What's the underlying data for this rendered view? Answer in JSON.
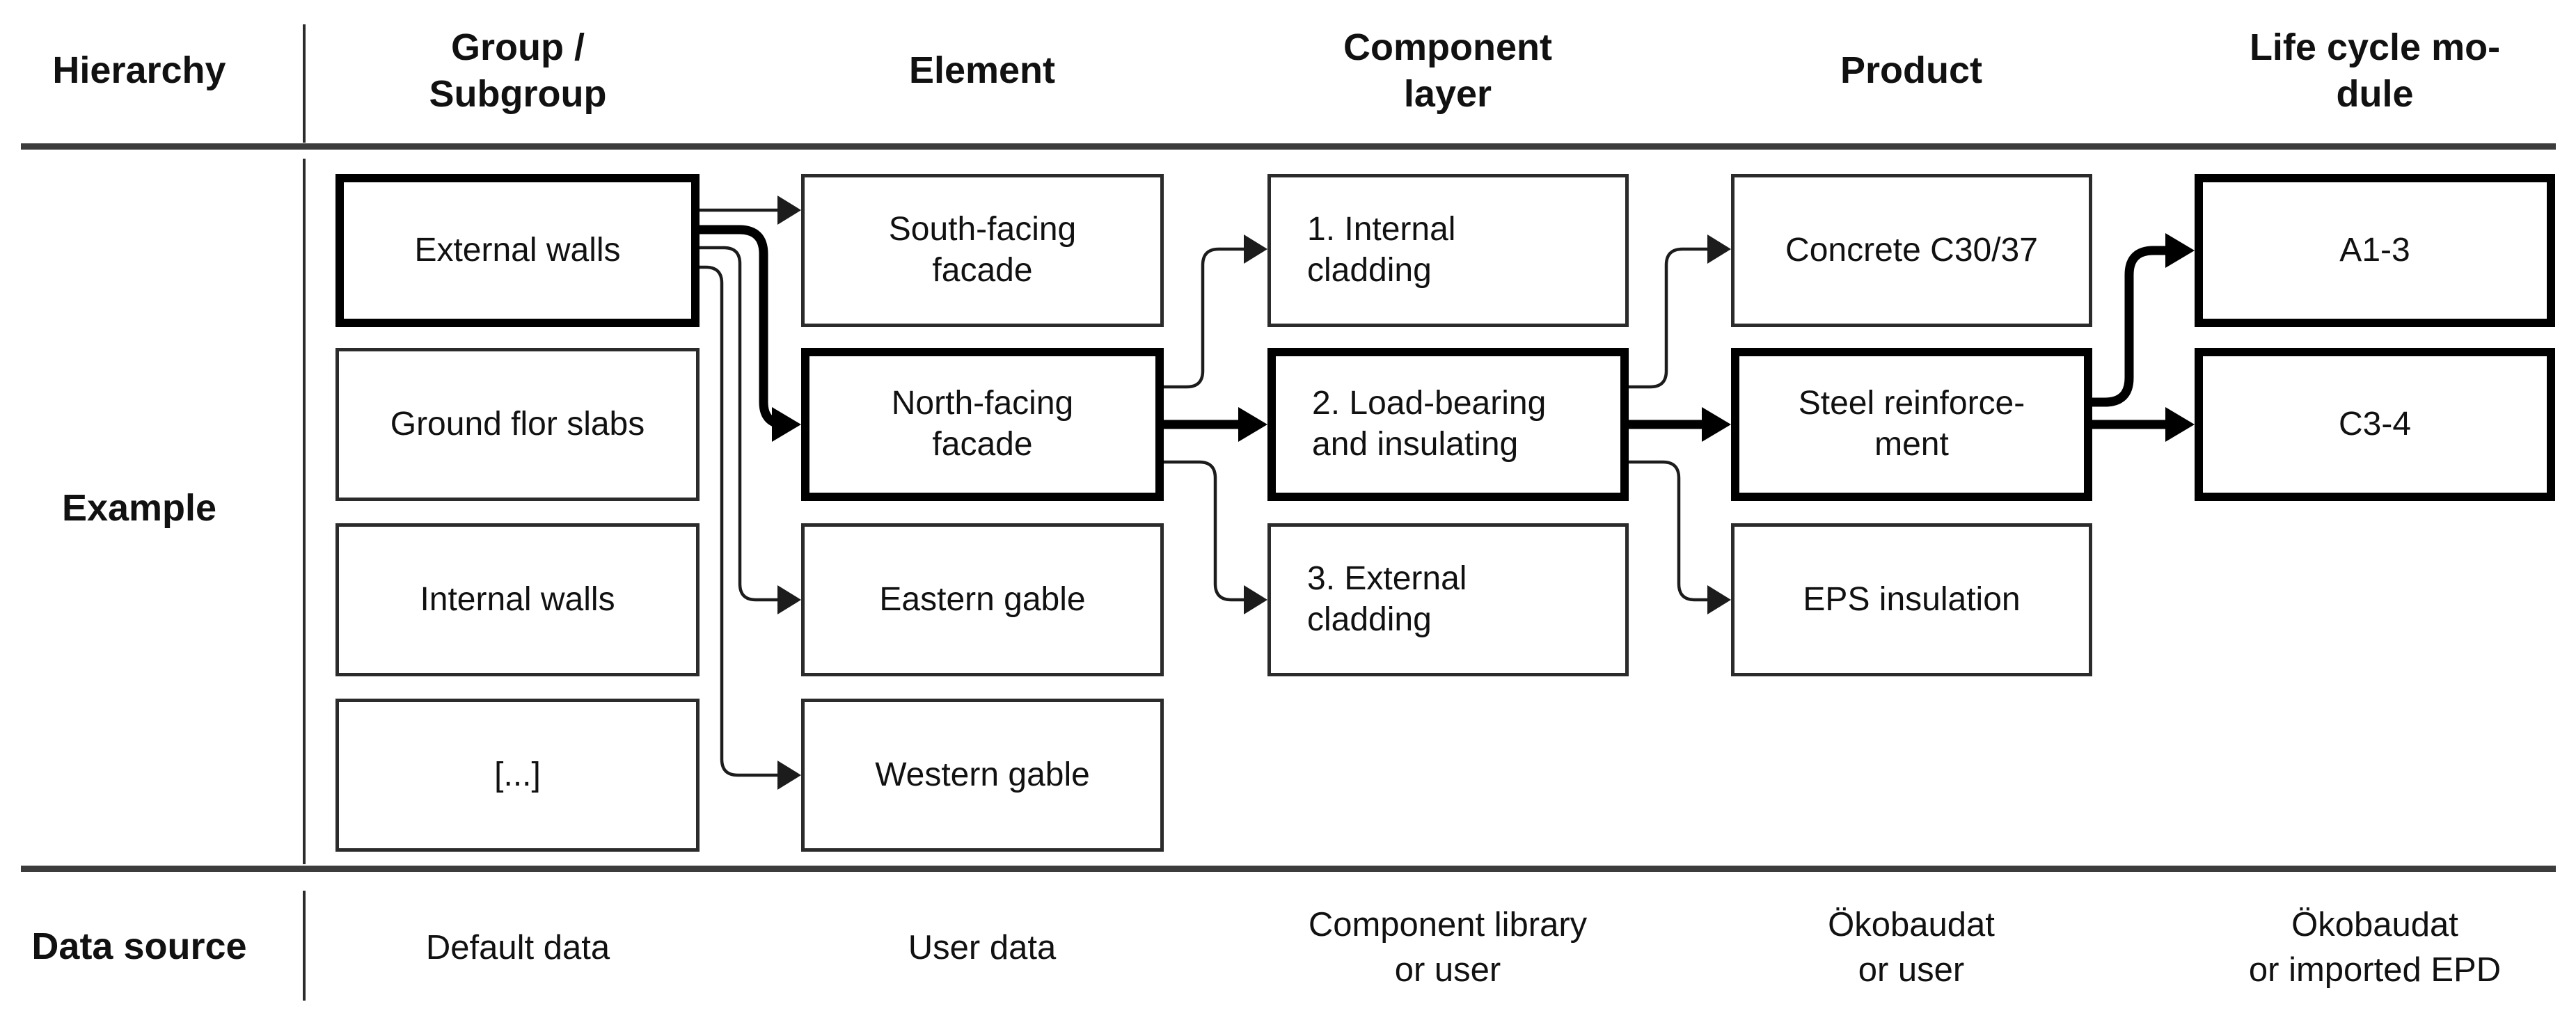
{
  "colors": {
    "line": "#1c1c1c",
    "bold_line": "#000000",
    "rule": "#3c3c3c",
    "text": "#111111",
    "box_background": "#ffffff"
  },
  "header": {
    "row_label": "Hierarchy",
    "columns": [
      "Group /\nSubgroup",
      "Element",
      "Component\nlayer",
      "Product",
      "Life cycle mo-\ndule"
    ]
  },
  "example": {
    "row_label": "Example",
    "group_subgroup": [
      {
        "label": "External walls",
        "emphasized": true
      },
      {
        "label": "Ground flor slabs",
        "emphasized": false
      },
      {
        "label": "Internal walls",
        "emphasized": false
      },
      {
        "label": "[...]",
        "emphasized": false
      }
    ],
    "element": [
      {
        "label": "South-facing\nfacade",
        "emphasized": false
      },
      {
        "label": "North-facing\nfacade",
        "emphasized": true
      },
      {
        "label": "Eastern gable",
        "emphasized": false
      },
      {
        "label": "Western gable",
        "emphasized": false
      }
    ],
    "component_layer": [
      {
        "label": "1. Internal\ncladding",
        "emphasized": false
      },
      {
        "label": "2. Load-bearing\nand insulating",
        "emphasized": true
      },
      {
        "label": "3. External\ncladding",
        "emphasized": false
      }
    ],
    "product": [
      {
        "label": "Concrete C30/37",
        "emphasized": false
      },
      {
        "label": "Steel reinforce-\nment",
        "emphasized": true
      },
      {
        "label": "EPS insulation",
        "emphasized": false
      }
    ],
    "life_cycle_module": [
      {
        "label": "A1-3",
        "emphasized": true
      },
      {
        "label": "C3-4",
        "emphasized": true
      }
    ]
  },
  "data_source": {
    "row_label": "Data source",
    "values": [
      "Default data",
      "User data",
      "Component library\nor user",
      "Ökobaudat\nor user",
      "Ökobaudat\nor imported EPD"
    ]
  }
}
